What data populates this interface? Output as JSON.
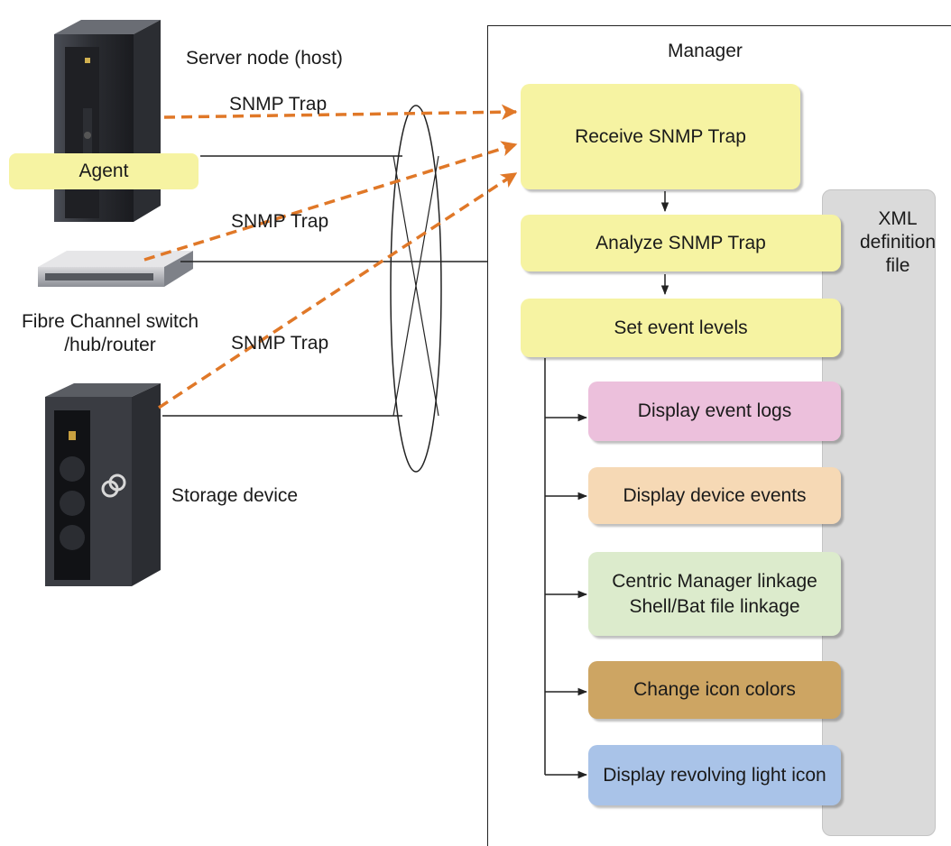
{
  "manager": {
    "title": "Manager",
    "xml_file": "XML\ndefinition\nfile"
  },
  "devices": {
    "server": "Server node (host)",
    "agent": "Agent",
    "switch": "Fibre Channel switch\n/hub/router",
    "storage": "Storage device"
  },
  "traps": [
    "SNMP Trap",
    "SNMP Trap",
    "SNMP Trap"
  ],
  "flow": {
    "receive": "Receive SNMP Trap",
    "analyze": "Analyze SNMP Trap",
    "set_levels": "Set event levels"
  },
  "actions": [
    "Display event logs",
    "Display device events",
    "Centric Manager linkage\nShell/Bat file linkage",
    "Change icon colors",
    "Display revolving light icon"
  ],
  "colors": {
    "trap_arrow": "#e07828",
    "line": "#222222"
  }
}
